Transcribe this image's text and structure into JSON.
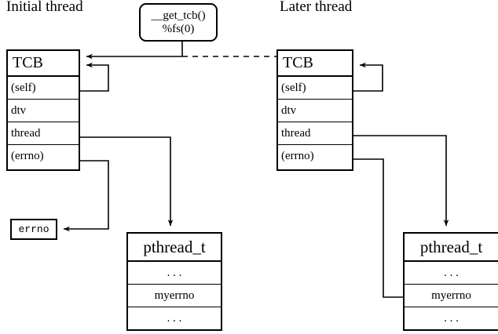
{
  "diagram": {
    "title_left": "Initial thread",
    "title_right": "Later thread",
    "accessor": {
      "line1": "__get_tcb()",
      "line2": "%fs(0)"
    },
    "tcb_initial": {
      "title": "TCB",
      "fields": [
        "(self)",
        "dtv",
        "thread",
        "(errno)"
      ]
    },
    "tcb_later": {
      "title": "TCB",
      "fields": [
        "(self)",
        "dtv",
        "thread",
        "(errno)"
      ]
    },
    "errno_box": {
      "label": "errno"
    },
    "pthread_initial": {
      "title": "pthread_t",
      "fields": [
        ". . .",
        "myerrno",
        ". . ."
      ]
    },
    "pthread_later": {
      "title": "pthread_t",
      "fields": [
        ". . .",
        "myerrno",
        ". . ."
      ]
    },
    "colors": {
      "stroke": "#000000",
      "background": "#ffffff"
    }
  }
}
